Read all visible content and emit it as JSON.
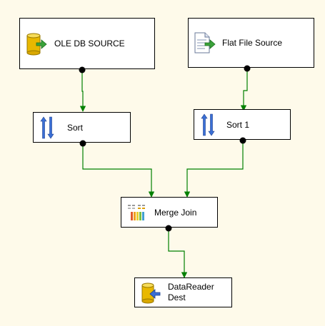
{
  "canvas": {
    "background": "#fefaea",
    "wire_color": "#008000",
    "dot_color": "#000000"
  },
  "nodes": {
    "ole_db_source": {
      "label": "OLE DB SOURCE",
      "icon": "database-source-icon"
    },
    "flat_file_source": {
      "label": "Flat File Source",
      "icon": "flat-file-source-icon"
    },
    "sort": {
      "label": "Sort",
      "icon": "sort-icon"
    },
    "sort_1": {
      "label": "Sort 1",
      "icon": "sort-icon"
    },
    "merge_join": {
      "label": "Merge Join",
      "icon": "merge-join-icon"
    },
    "datareader_dest": {
      "label_line1": "DataReader",
      "label_line2": "Dest",
      "icon": "datareader-destination-icon"
    }
  }
}
